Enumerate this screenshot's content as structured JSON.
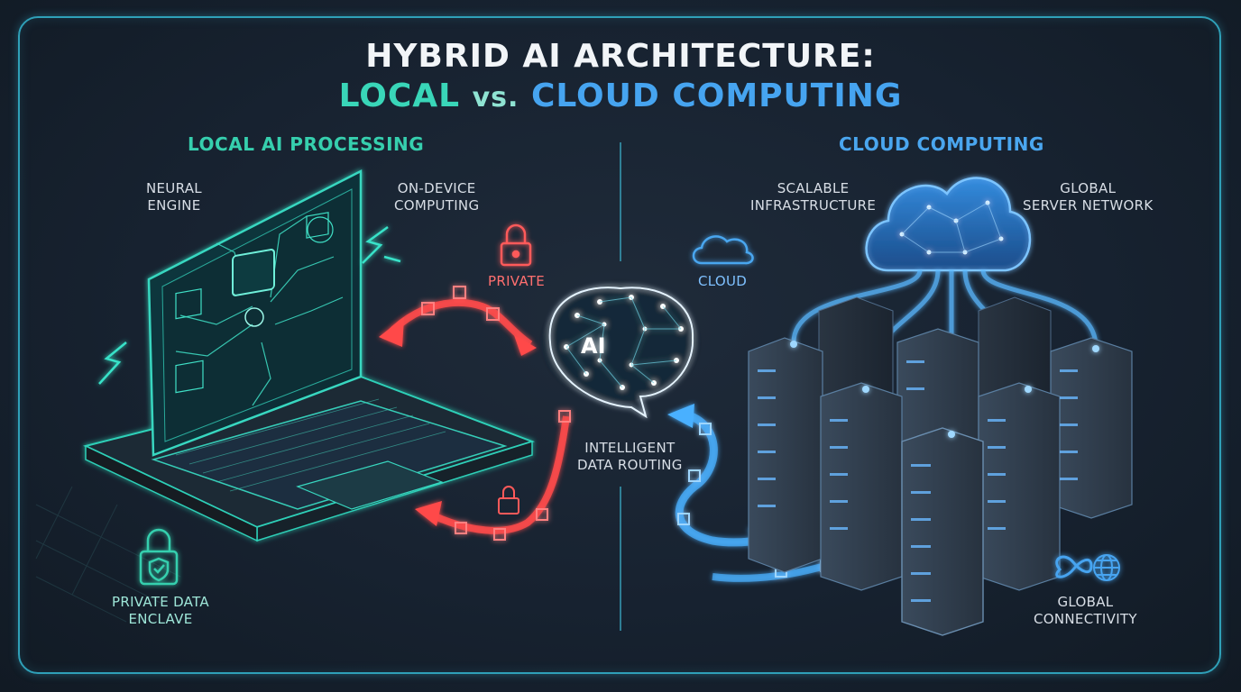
{
  "title": {
    "line1": "HYBRID AI ARCHITECTURE:",
    "local": "LOCAL",
    "vs": "vs.",
    "cloud": "CLOUD COMPUTING"
  },
  "local": {
    "heading": "LOCAL AI PROCESSING",
    "neural_engine": [
      "NEURAL",
      "ENGINE"
    ],
    "on_device": [
      "ON-DEVICE",
      "COMPUTING"
    ],
    "private": "PRIVATE",
    "enclave": [
      "PRIVATE DATA",
      "ENCLAVE"
    ]
  },
  "center": {
    "ai": "AI",
    "routing": [
      "INTELLIGENT",
      "DATA ROUTING"
    ]
  },
  "cloud": {
    "heading": "CLOUD COMPUTING",
    "scalable": [
      "SCALABLE",
      "INFRASTRUCTURE"
    ],
    "global_server": [
      "GLOBAL",
      "SERVER NETWORK"
    ],
    "cloud_label": "CLOUD",
    "global_conn": [
      "GLOBAL",
      "CONNECTIVITY"
    ]
  },
  "colors": {
    "local_accent": "#39d6b8",
    "cloud_accent": "#46a4f0",
    "private_red": "#ff5555",
    "frame": "#2fa0b8"
  },
  "icons": [
    "padlock-icon",
    "shield-icon",
    "cloud-icon",
    "infinity-icon",
    "globe-icon",
    "brain-icon",
    "lightning-icon",
    "laptop-icon",
    "server-rack-icon"
  ]
}
